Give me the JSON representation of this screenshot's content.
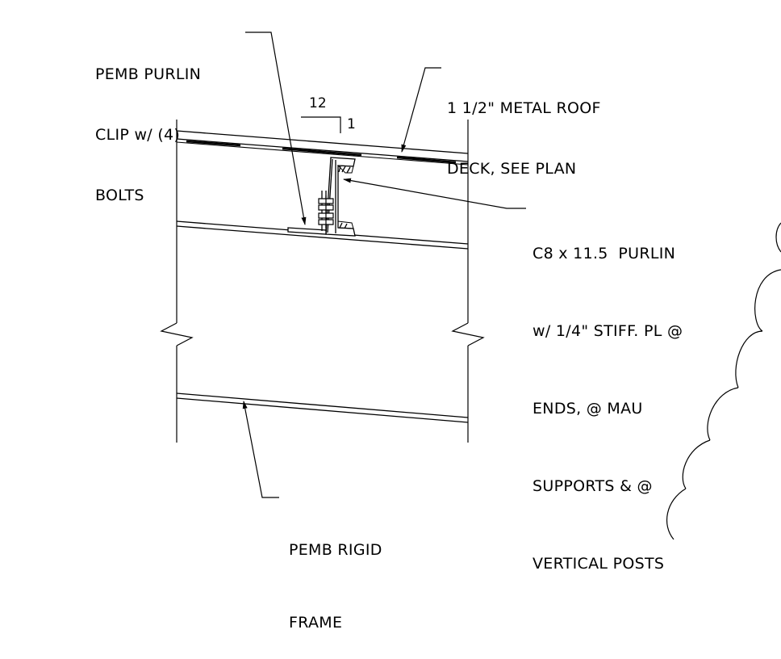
{
  "labels": {
    "purlin_clip": [
      "PEMB PURLIN",
      "CLIP w/ (4)",
      "BOLTS"
    ],
    "roof_deck": [
      "1 1/2\" METAL ROOF",
      "DECK, SEE PLAN"
    ],
    "purlin": [
      "C8 x 11.5  PURLIN",
      "w/ 1/4\" STIFF. PL @",
      "ENDS, @ MAU",
      "SUPPORTS & @",
      "VERTICAL POSTS"
    ],
    "rigid_frame": [
      "PEMB RIGID",
      "FRAME"
    ]
  },
  "slope": {
    "run": "12",
    "rise": "1"
  }
}
